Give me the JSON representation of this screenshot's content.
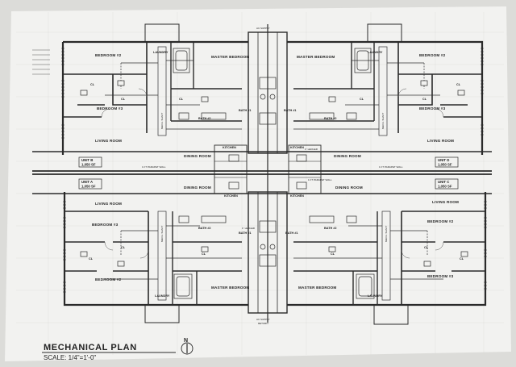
{
  "labels": {
    "bedroom2": "BEDROOM #2",
    "bedroom3": "BEDROOM #3",
    "master_bedroom": "MASTER BEDROOM",
    "laundry": "LAUNDRY",
    "cl": "CL",
    "bath1": "BATH #1",
    "bath2": "BATH #2",
    "living_room": "LIVING ROOM",
    "dining_room": "DINING ROOM",
    "kitchen": "KITCHEN",
    "parapet_wall": "1 FT PARAPET WALL",
    "ledger": "1\" LEDGER",
    "ac_supply": "AC SUPPLY",
    "return": "RETURN",
    "shaft": "MECH. SHAFT"
  },
  "units": {
    "unit_b_name": "UNIT B",
    "unit_b_area": "1,050 SF",
    "unit_d_name": "UNIT D",
    "unit_d_area": "1,050 SF",
    "unit_a_name": "UNIT A",
    "unit_a_area": "1,050 SF",
    "unit_c_name": "UNIT C",
    "unit_c_area": "1,050 SF"
  },
  "title_block": {
    "title": "MECHANICAL PLAN",
    "scale": "SCALE: 1/4\"=1'-0\"",
    "north": "N"
  },
  "colors": {
    "paper": "#f2f2f0",
    "ink": "#2a2a2a",
    "background": "#dcdcd9"
  }
}
